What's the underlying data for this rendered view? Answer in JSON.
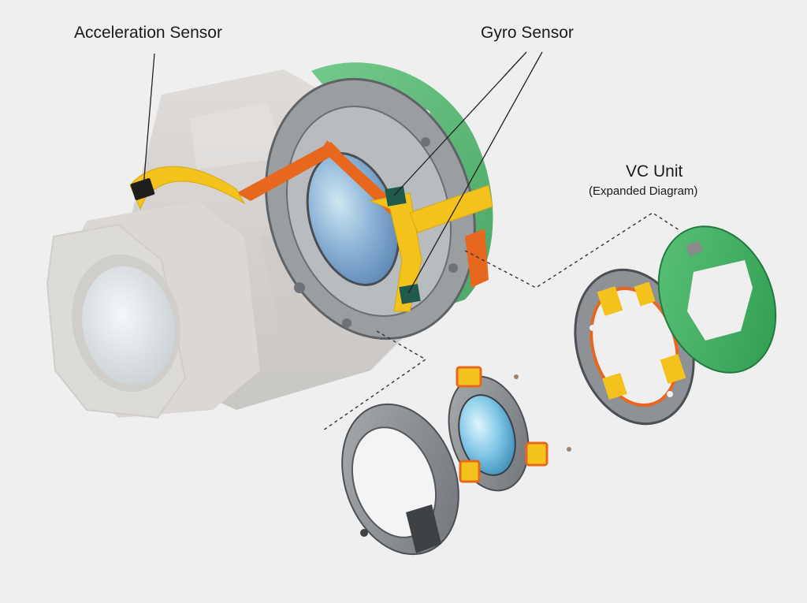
{
  "labels": {
    "acceleration_sensor": "Acceleration Sensor",
    "gyro_sensor": "Gyro Sensor",
    "vc_unit": "VC Unit",
    "vc_unit_sub": "(Expanded Diagram)"
  },
  "colors": {
    "background": "#efefef",
    "flex_cable_yellow": "#f3c21c",
    "flex_cable_orange": "#e8671e",
    "pcb_green": "#3fb060",
    "sensor_dark": "#1f5a4c",
    "metal_gray": "#8e9296",
    "glass_blue": "#7fc6e6",
    "lens_ghost": "#d4d2d0"
  }
}
